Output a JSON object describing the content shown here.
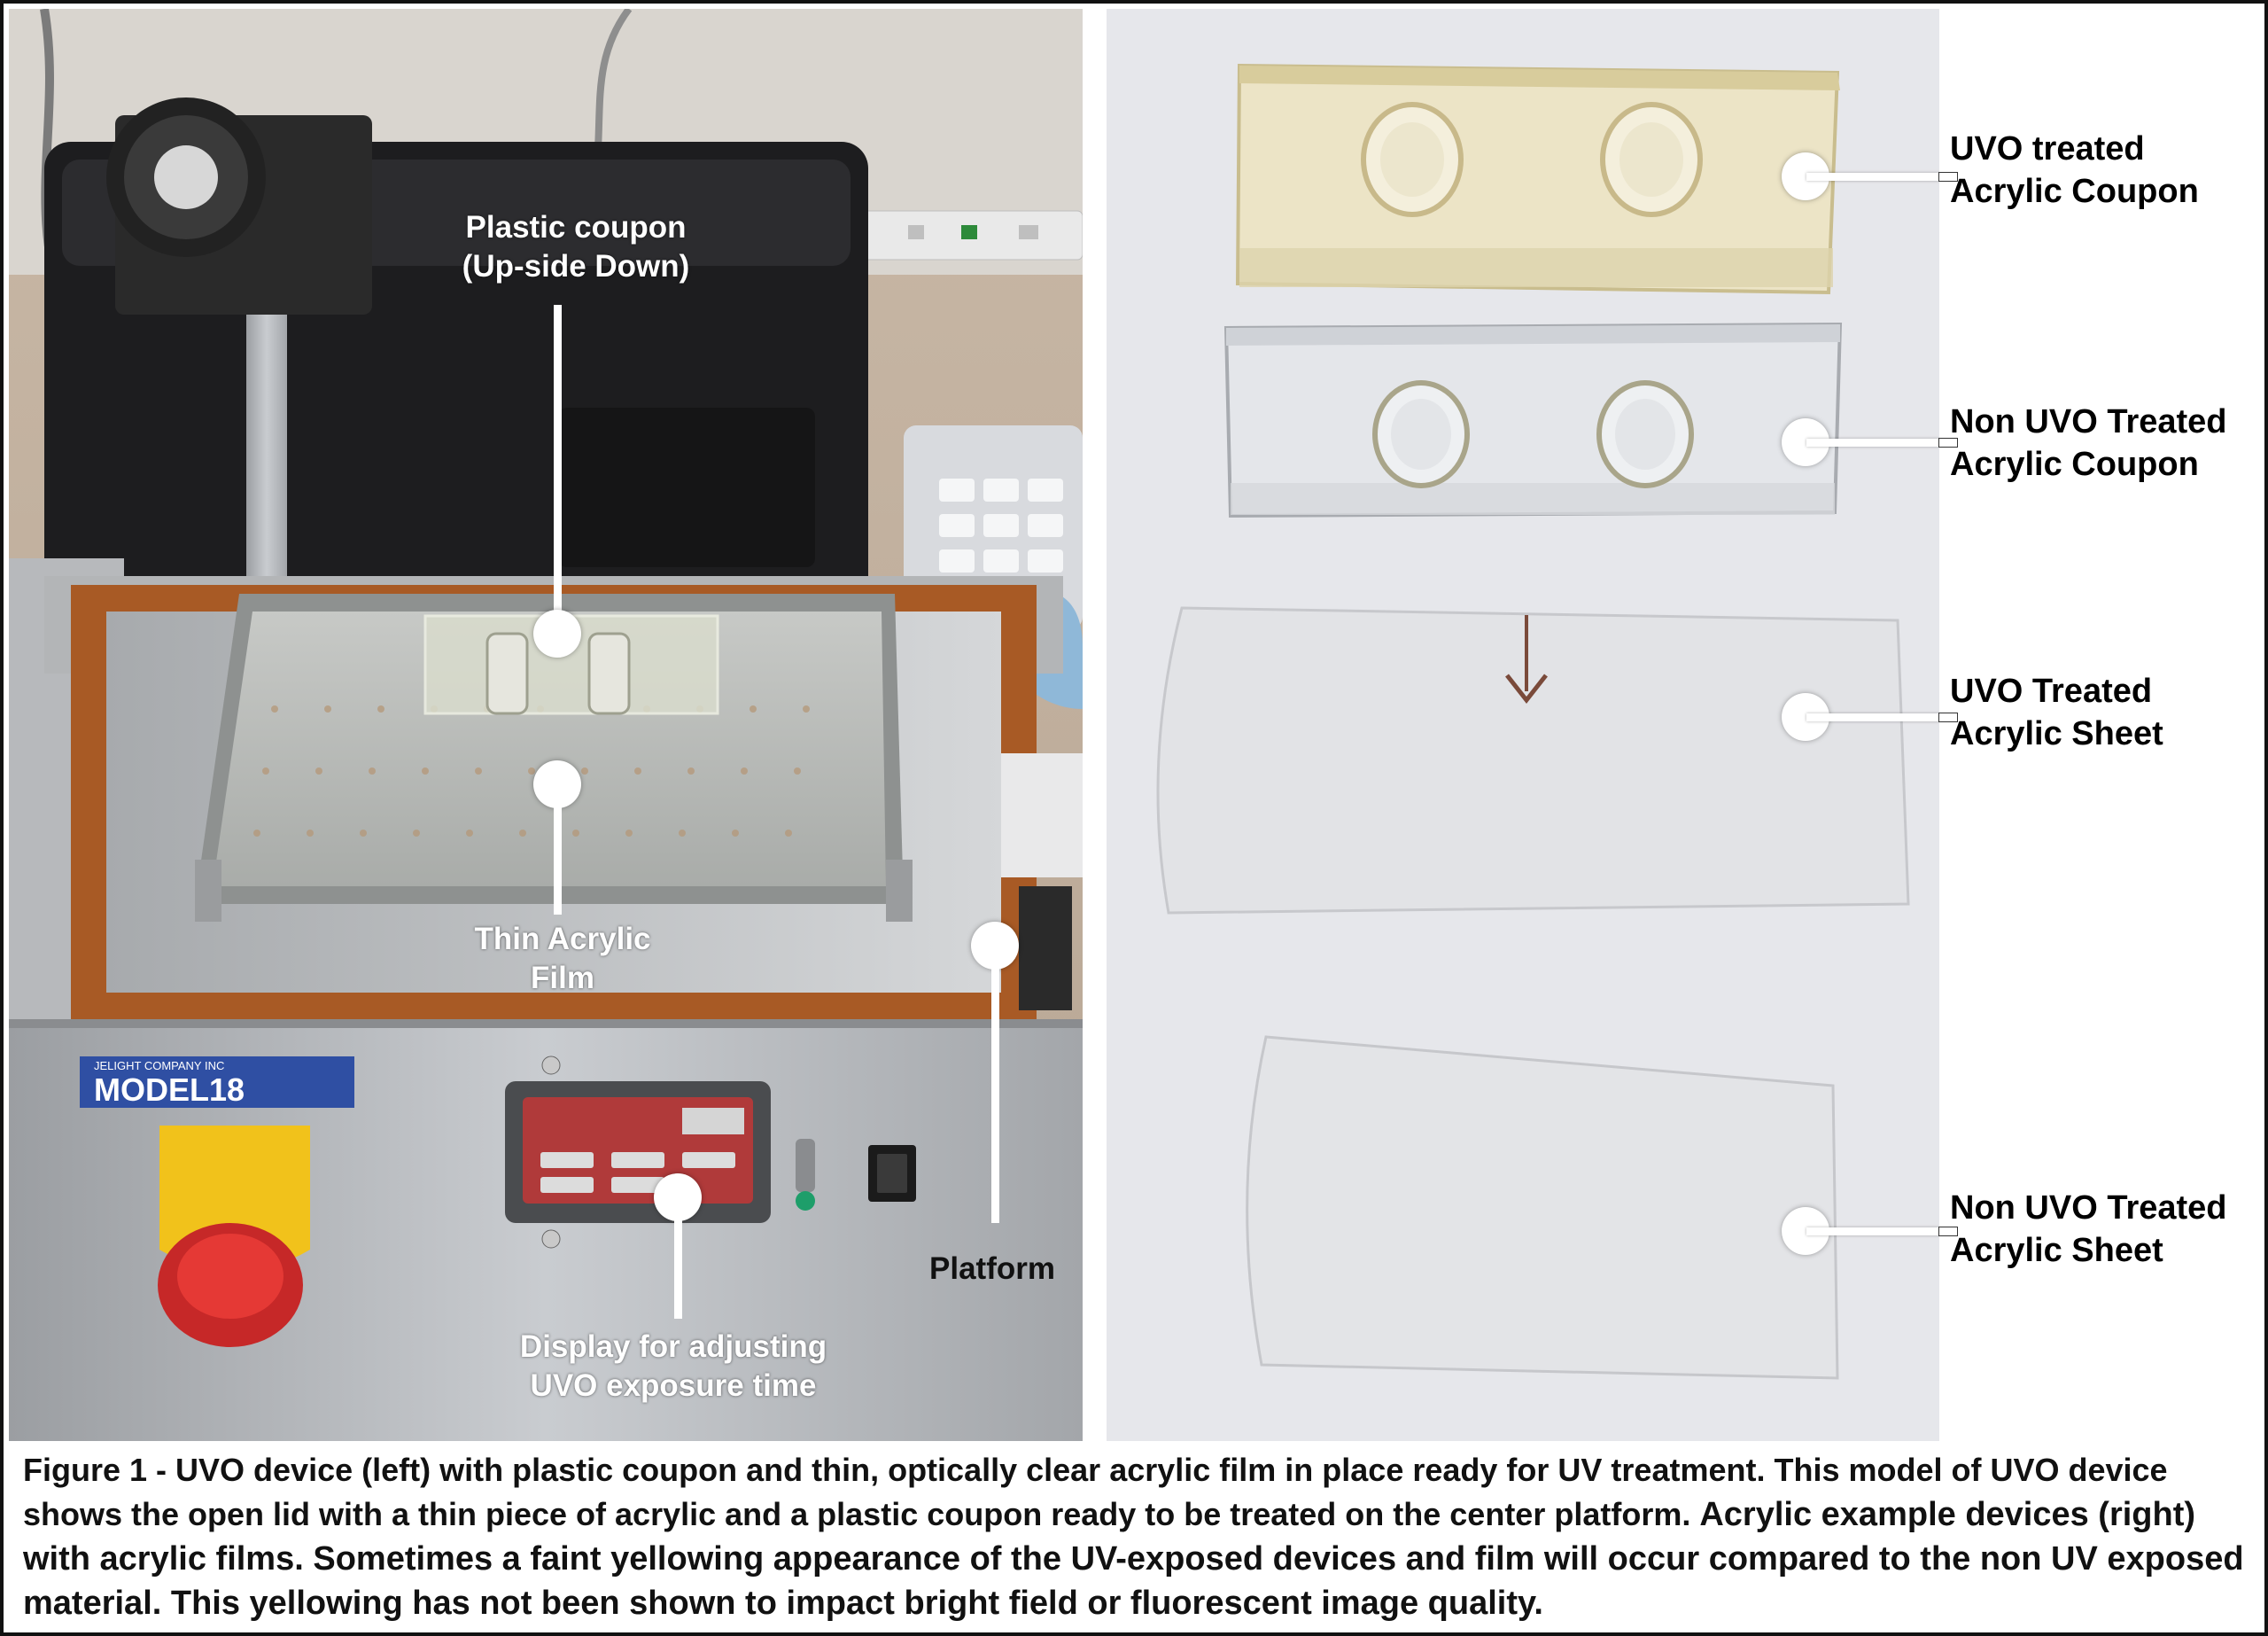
{
  "left_callouts": {
    "plastic_coupon": [
      "Plastic coupon",
      "(Up-side Down)"
    ],
    "thin_film": [
      "Thin Acrylic",
      "Film"
    ],
    "platform": "Platform",
    "display": [
      "Display for adjusting",
      "UVO exposure time"
    ]
  },
  "device": {
    "brand": "JELIGHT COMPANY INC",
    "model": "MODEL18"
  },
  "right_labels": {
    "uvo_coupon": [
      "UVO treated",
      "Acrylic Coupon"
    ],
    "non_uvo_coupon": [
      "Non UVO Treated",
      "Acrylic Coupon"
    ],
    "uvo_sheet": [
      "UVO Treated",
      "Acrylic Sheet"
    ],
    "non_uvo_sheet": [
      "Non UVO Treated",
      "Acrylic Sheet"
    ]
  },
  "caption": {
    "part1": "Figure 1 - UVO device (left) with plastic coupon  and thin, optically clear acrylic film in place ready for UV treatment. This model of UVO device shows the open lid with a thin piece of acrylic and a plastic coupon ready to be treated on the center platform.",
    "part2": "Acrylic example devices (right) with acrylic films. Sometimes a faint yellowing appearance of the UV-exposed devices and film will occur compared to the non UV exposed material. This yellowing has not been shown to impact bright field or fluorescent image quality."
  },
  "colors": {
    "border": "#111111",
    "callout": "#ffffff",
    "gasket": "#a85a25",
    "model_badge": "#2f4fa3",
    "stop_button": "#f1c21b"
  }
}
